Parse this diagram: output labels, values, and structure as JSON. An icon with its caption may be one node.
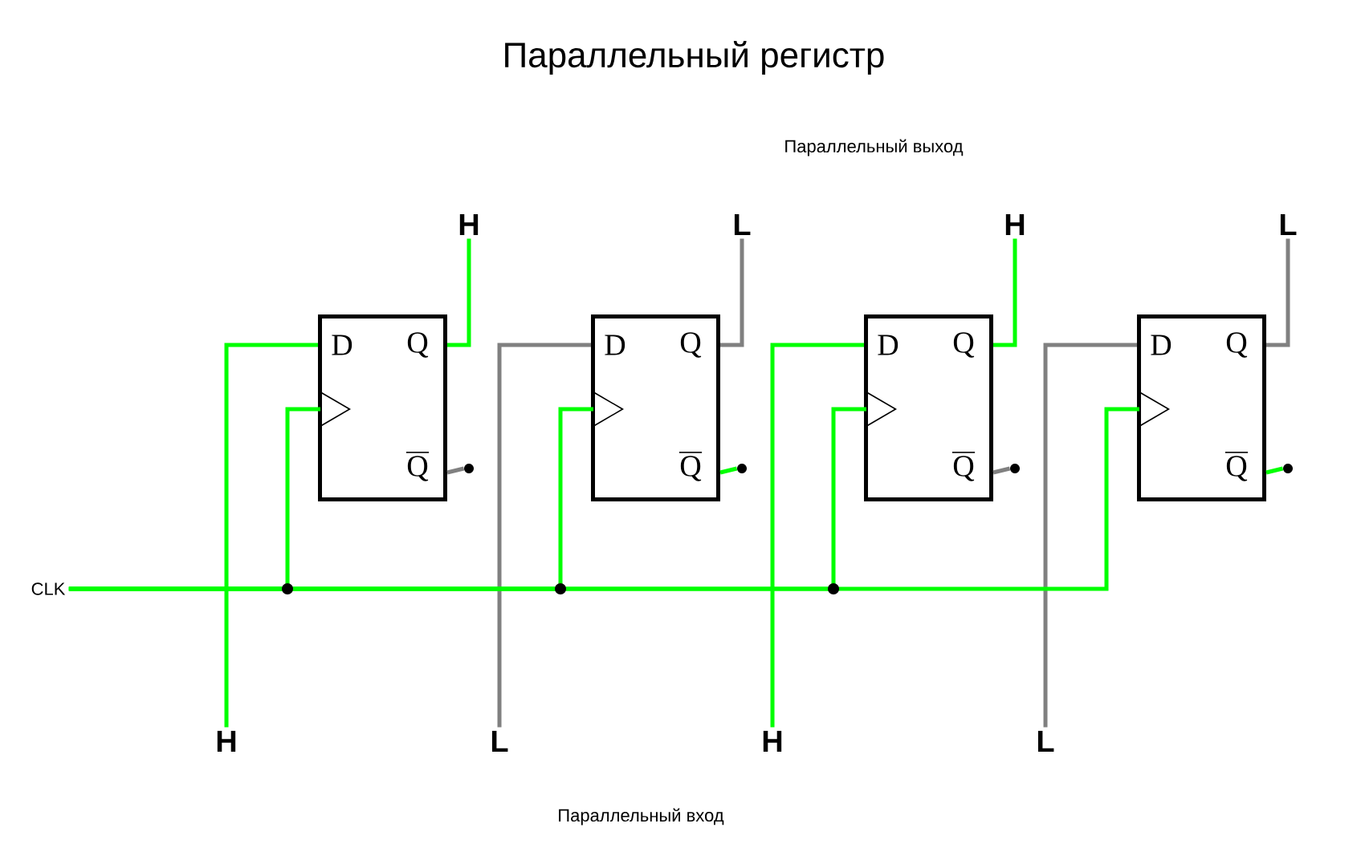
{
  "diagram": {
    "title": "Параллельный регистр",
    "nodes": [
      {
        "text": [
          "H"
        ]
      },
      {
        "text": [
          "L"
        ]
      },
      {
        "text": [
          "H"
        ]
      },
      {
        "text": [
          "L"
        ]
      },
      {
        "text": [
          "D",
          "Q",
          "Q"
        ]
      },
      {
        "text": [
          "D",
          "Q",
          "Q"
        ]
      },
      {
        "text": [
          "D",
          "Q",
          "Q"
        ]
      },
      {
        "text": [
          "D",
          "Q",
          "Q"
        ]
      },
      {
        "text": [],
        "shape": "circle"
      },
      {
        "text": [],
        "shape": "circle"
      },
      {
        "text": [],
        "shape": "circle"
      },
      {
        "text": [],
        "shape": "circle"
      },
      {
        "text": [
          "CLK"
        ]
      },
      {
        "text": [
          "H"
        ]
      },
      {
        "text": [
          "L"
        ]
      },
      {
        "text": [
          "H"
        ]
      },
      {
        "text": [
          "L"
        ]
      }
    ],
    "edges": [
      {
        "from": 4,
        "to": 0,
        "arrow": "none"
      },
      {
        "from": 5,
        "to": 1,
        "arrow": "none",
        "color": "#808080"
      },
      {
        "from": 6,
        "to": 2,
        "arrow": "none"
      },
      {
        "from": 7,
        "to": 3,
        "arrow": "none",
        "color": "#808080"
      },
      {
        "from": 13,
        "to": 4,
        "arrow": "none"
      },
      {
        "from": 14,
        "to": 5,
        "arrow": "none",
        "color": "#808080"
      },
      {
        "from": 15,
        "to": 6,
        "arrow": "none"
      },
      {
        "from": 16,
        "to": 7,
        "arrow": "none",
        "color": "#808080"
      },
      {
        "from": 4,
        "to": 8,
        "arrow": "none",
        "color": "#808080"
      },
      {
        "from": 5,
        "to": 9,
        "arrow": "none"
      },
      {
        "from": 6,
        "to": 10,
        "arrow": "none",
        "color": "#808080"
      },
      {
        "from": 7,
        "to": 11,
        "arrow": "none"
      },
      {
        "from": 12,
        "to": 4,
        "arrow": "to"
      },
      {
        "from": 12,
        "to": 5,
        "arrow": "to"
      },
      {
        "from": 12,
        "to": 6,
        "arrow": "to"
      },
      {
        "from": 12,
        "to": 7,
        "arrow": "to"
      }
    ],
    "labels": [
      "Параллельный выход",
      "Параллельный вход"
    ]
  }
}
